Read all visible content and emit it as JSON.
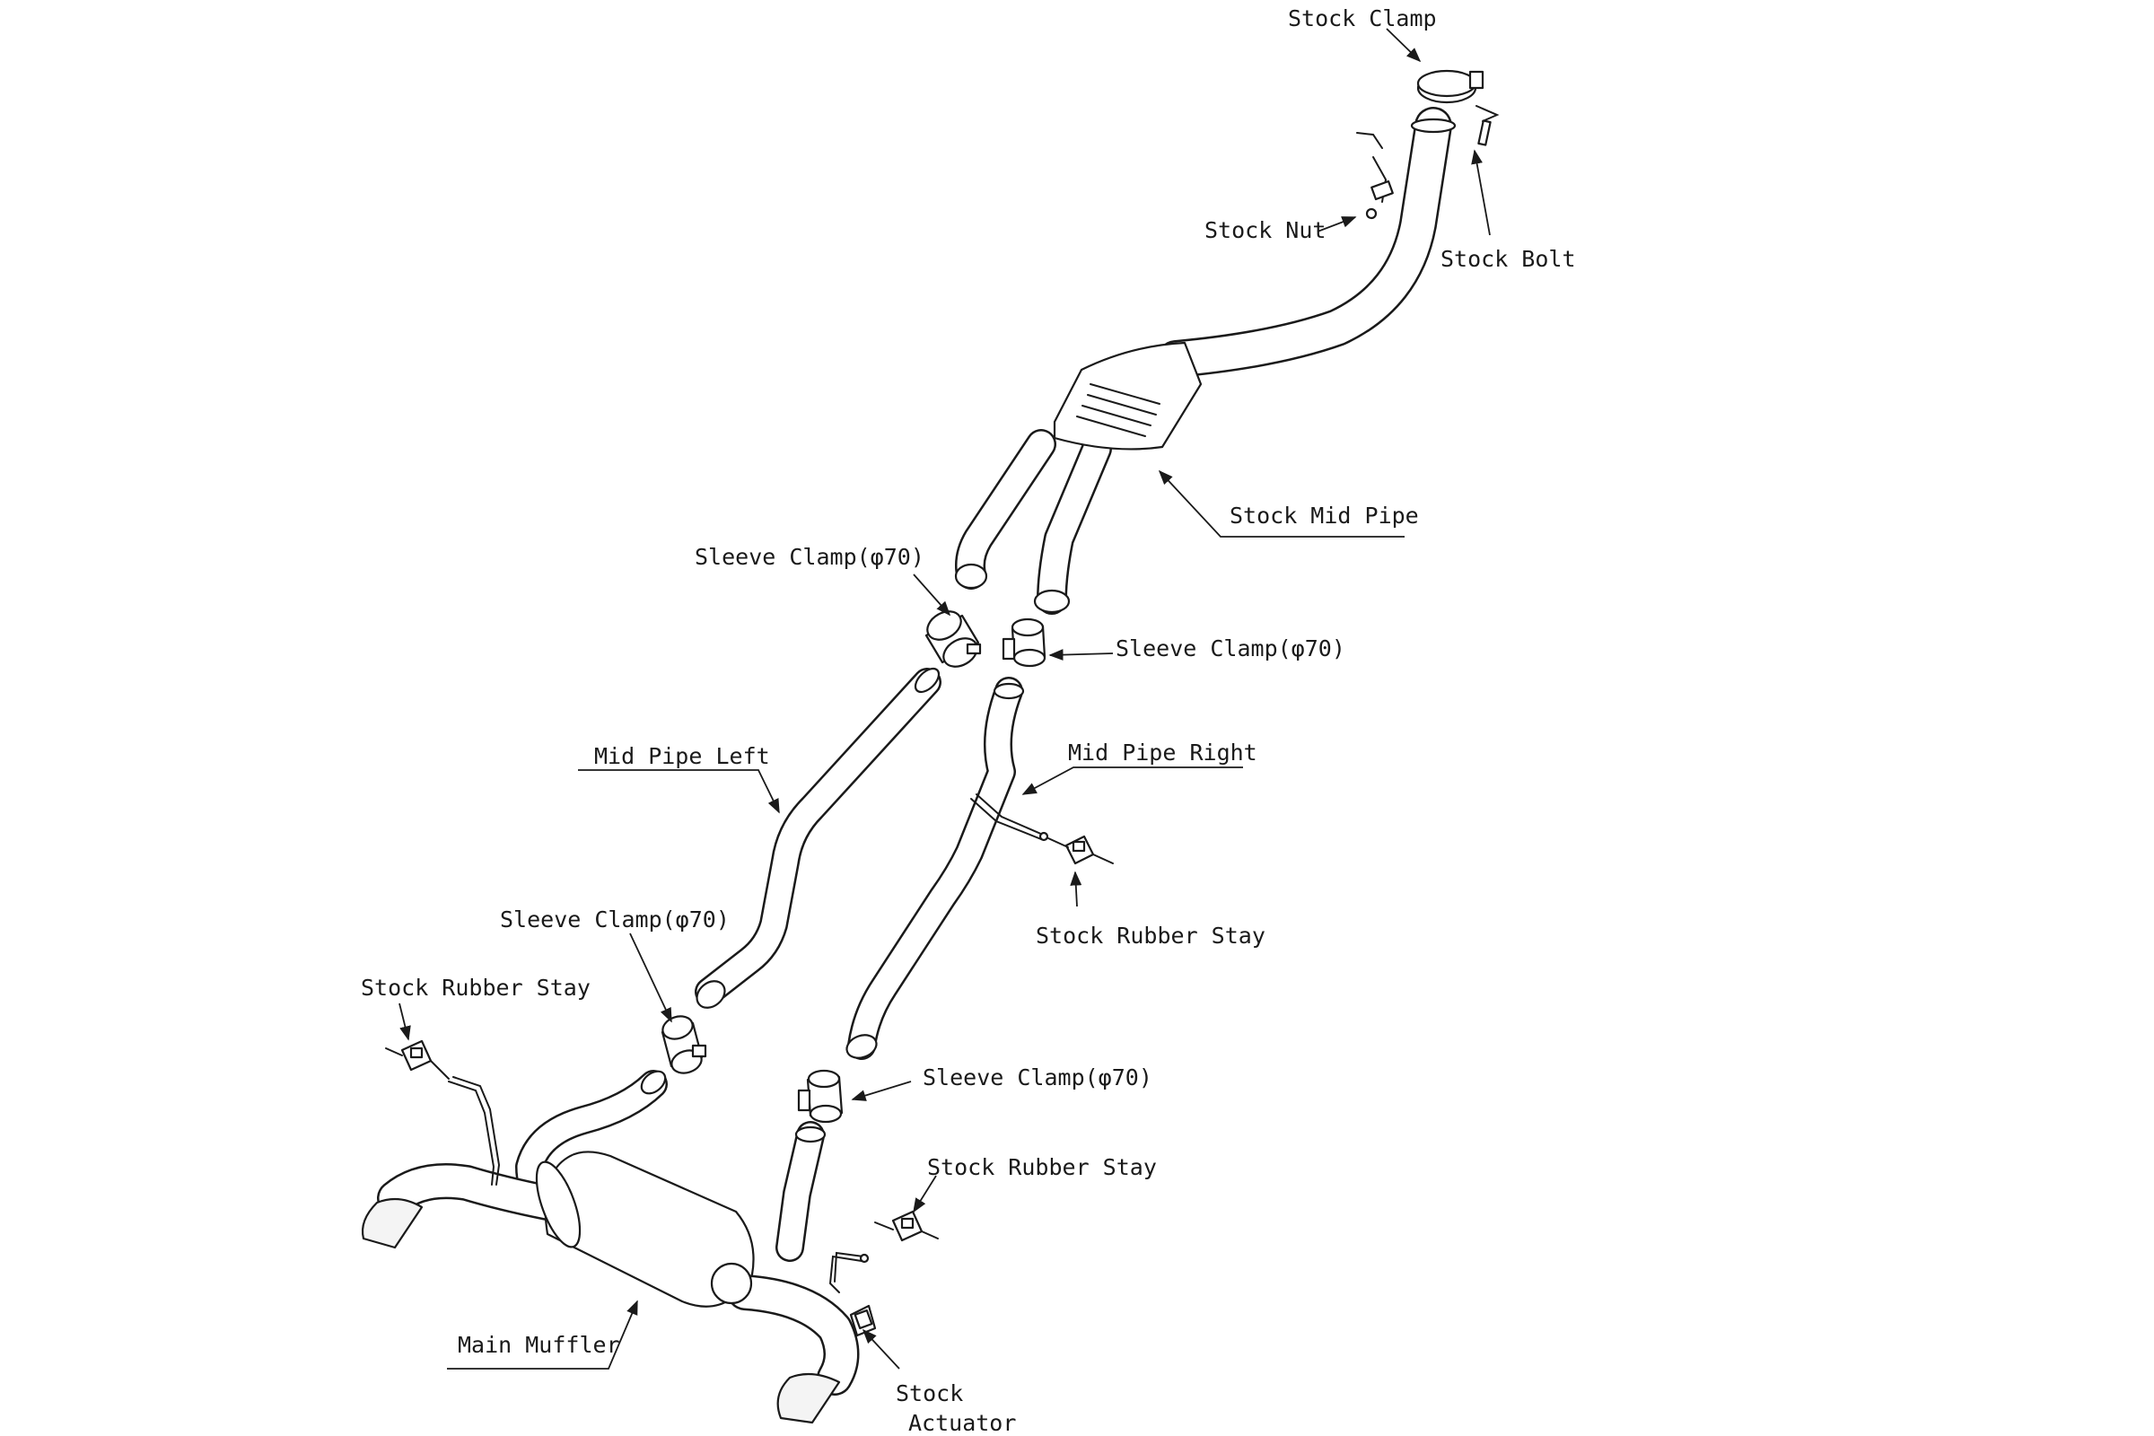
{
  "labels": {
    "stock_clamp": "Stock Clamp",
    "stock_nut": "Stock Nut",
    "stock_bolt": "Stock Bolt",
    "stock_mid_pipe": "Stock Mid Pipe",
    "sleeve_clamp_1": "Sleeve Clamp(φ70)",
    "sleeve_clamp_2": "Sleeve Clamp(φ70)",
    "sleeve_clamp_3": "Sleeve Clamp(φ70)",
    "sleeve_clamp_4": "Sleeve Clamp(φ70)",
    "mid_pipe_left": "Mid Pipe Left",
    "mid_pipe_right": "Mid Pipe Right",
    "stock_rubber_stay_1": "Stock Rubber Stay",
    "stock_rubber_stay_2": "Stock Rubber Stay",
    "stock_rubber_stay_3": "Stock Rubber Stay",
    "main_muffler": "Main Muffler",
    "stock_actuator_line1": "Stock",
    "stock_actuator_line2": "Actuator"
  },
  "colors": {
    "line": "#1a1a1a",
    "background": "#ffffff"
  }
}
